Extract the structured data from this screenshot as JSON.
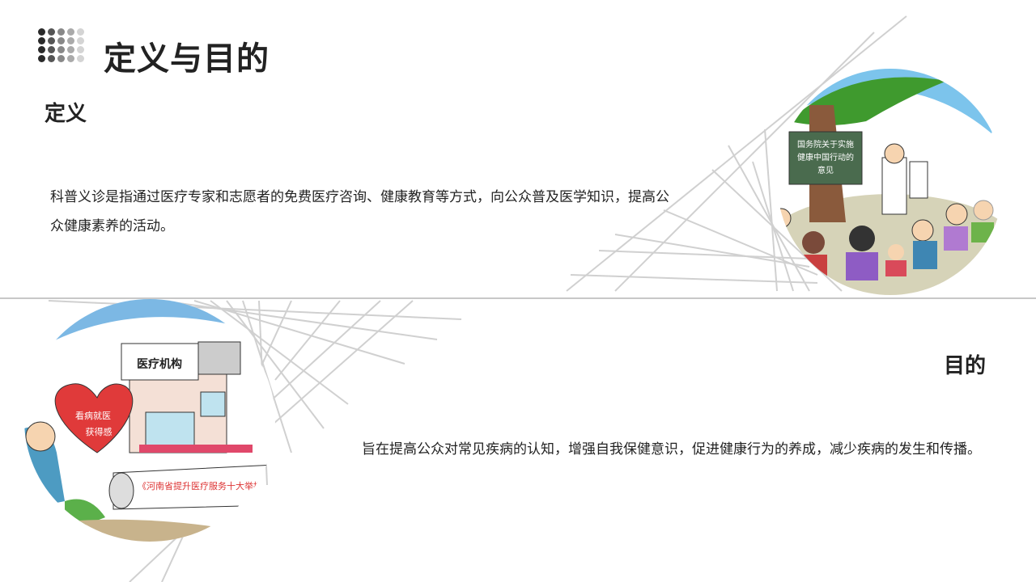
{
  "slide": {
    "title": "定义与目的",
    "definition": {
      "heading": "定义",
      "text": "科普义诊是指通过医疗专家和志愿者的免费医疗咨询、健康教育等方式，向公众普及医学知识，提高公众健康素养的活动。"
    },
    "purpose": {
      "heading": "目的",
      "text": "旨在提高公众对常见疾病的认知，增强自我保健意识，促进健康行为的养成，减少疾病的发生和传播。"
    }
  },
  "illustrations": {
    "top_right": {
      "board_text": [
        "国务院关于实施",
        "健康中国行动的",
        "意见"
      ]
    },
    "bottom_left": {
      "building_sign": "医疗机构",
      "heart_text": [
        "看病就医",
        "获得感"
      ],
      "scroll_text": "《河南省提升医疗服务十大举措"
    }
  },
  "colors": {
    "title": "#222222",
    "divider": "#c8c8c8",
    "sky": "#7cc4ec",
    "tree": "#3f9a2e",
    "heart": "#e03a3a"
  }
}
